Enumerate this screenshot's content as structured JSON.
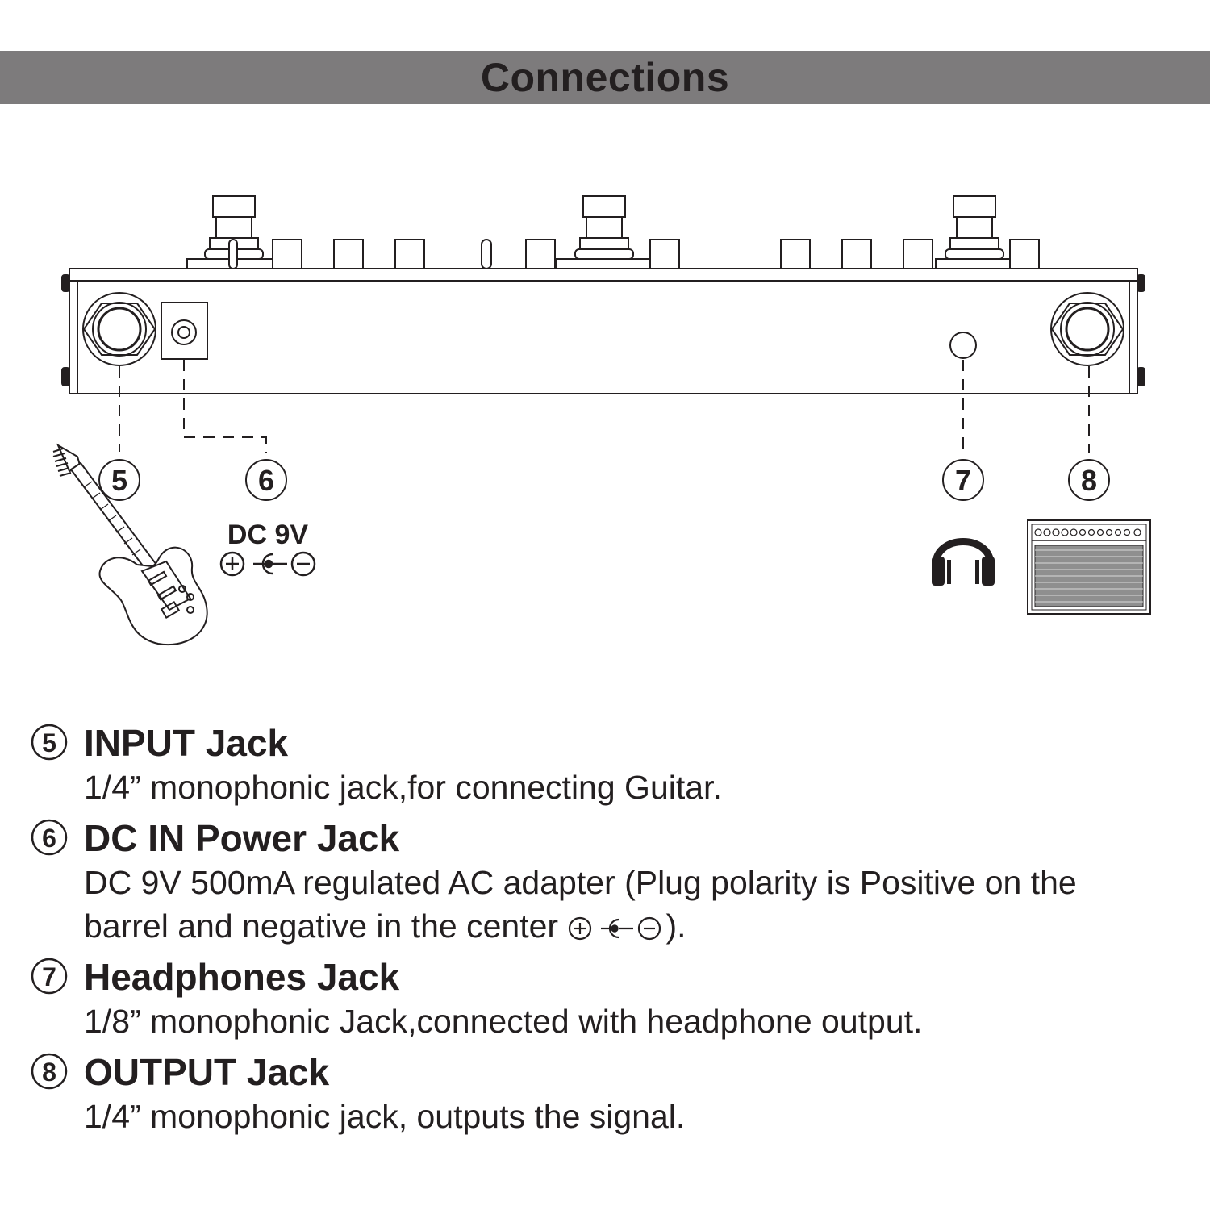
{
  "header": {
    "title": "Connections"
  },
  "diagram": {
    "callouts": [
      "5",
      "6",
      "7",
      "8"
    ],
    "power_label": "DC 9V",
    "icons": [
      "guitar-icon",
      "headphones-icon",
      "amplifier-icon",
      "dc-polarity-icon"
    ]
  },
  "items": [
    {
      "number": "5",
      "title": "INPUT Jack",
      "text": "1/4” monophonic jack,for connecting Guitar."
    },
    {
      "number": "6",
      "title": "DC IN Power Jack",
      "text_line1": "DC 9V 500mA regulated AC adapter (Plug polarity is Positive on the",
      "text_line2_before": "barrel and negative in the center",
      "text_line2_after": ")."
    },
    {
      "number": "7",
      "title": "Headphones Jack",
      "text": "1/8” monophonic Jack,connected with  headphone output."
    },
    {
      "number": "8",
      "title": "OUTPUT Jack",
      "text": "1/4” monophonic jack, outputs the signal."
    }
  ]
}
